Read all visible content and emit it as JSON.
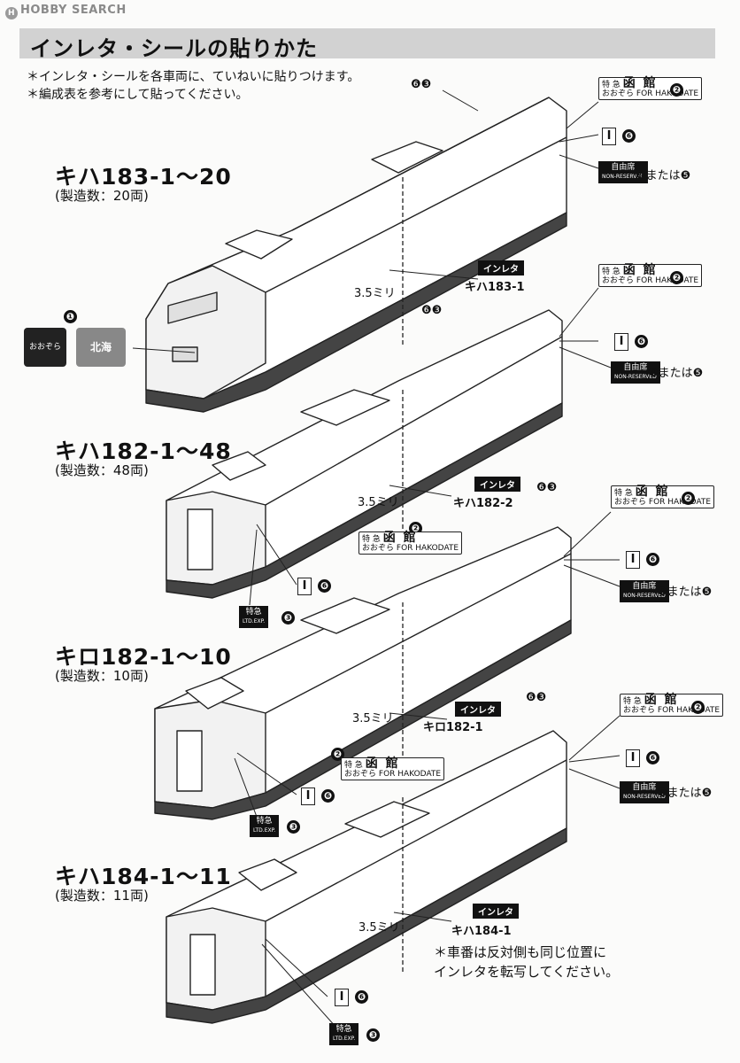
{
  "watermark": "HOBBY SEARCH",
  "title": "インレタ・シールの貼りかた",
  "notes": [
    "＊インレタ・シールを各車両に、ていねいに貼りつけます。",
    "＊編成表を参考にして貼ってください。"
  ],
  "cars": [
    {
      "model": "キハ183-1～20",
      "count": "(製造数：20両)",
      "car_number": "キハ183-1"
    },
    {
      "model": "キハ182-1～48",
      "count": "(製造数：48両)",
      "car_number": "キハ182-2"
    },
    {
      "model": "キロ182-1～10",
      "count": "(製造数：10両)",
      "car_number": "キロ182-1"
    },
    {
      "model": "キハ184-1～11",
      "count": "(製造数：11両)",
      "car_number": "キハ184-1"
    }
  ],
  "labels": {
    "inreta": "インレタ",
    "dimension": "3.5ミリ",
    "roof_nums": "❻❸",
    "plate_tokkyu": "特 急",
    "plate_name": "函 館",
    "plate_sub_left": "おおぞら",
    "plate_sub_right": "FOR HAKODATE",
    "plate_num": "❷",
    "i_mark": "Ⅰ",
    "i_num": "❻",
    "jiyuseki": "自由席",
    "non_reserved": "NON-RESERVED",
    "jiyuseki_num": "❹または❺",
    "ltd_exp_top": "特急",
    "ltd_exp_bottom": "LTD.EXP.",
    "ltd_num": "❸",
    "headmark_num": "❶",
    "headmark_1": "おおぞら",
    "headmark_2": "北海"
  },
  "bottom_note": [
    "＊車番は反対側も同じ位置に",
    "インレタを転写してください。"
  ]
}
